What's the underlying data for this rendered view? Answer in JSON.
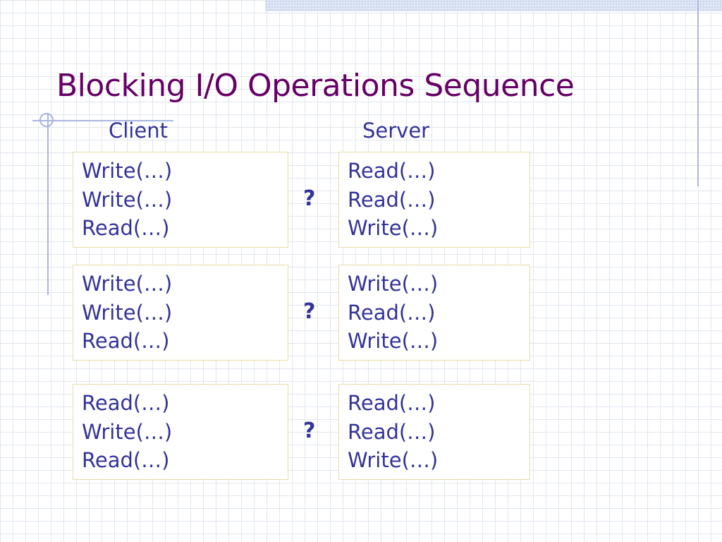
{
  "slide": {
    "title": "Blocking I/O Operations Sequence",
    "columns": {
      "client": "Client",
      "server": "Server"
    },
    "rows": [
      {
        "client": [
          "Write(…)",
          "Write(…)",
          "Read(…)"
        ],
        "marker": "?",
        "server": [
          "Read(…)",
          "Read(…)",
          "Write(…)"
        ]
      },
      {
        "client": [
          "Write(…)",
          "Write(…)",
          "Read(…)"
        ],
        "marker": "?",
        "server": [
          "Write(…)",
          "Read(…)",
          "Write(…)"
        ]
      },
      {
        "client": [
          "Read(…)",
          "Write(…)",
          "Read(…)"
        ],
        "marker": "?",
        "server": [
          "Read(…)",
          "Read(…)",
          "Write(…)"
        ]
      }
    ]
  },
  "colors": {
    "title": "#660066",
    "text": "#333399",
    "box_border": "#e7dca6",
    "accent_rule": "#a9b6de"
  }
}
